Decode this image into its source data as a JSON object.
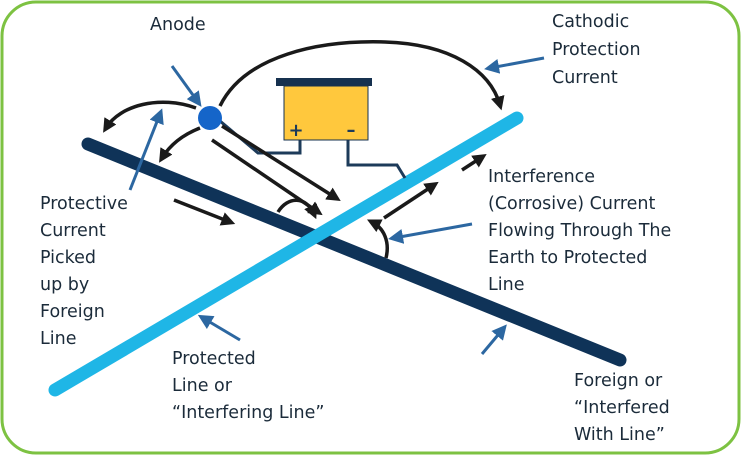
{
  "colors": {
    "frame": "#7dc242",
    "foreign_line": "#0f3358",
    "protected_line": "#1fb6e6",
    "battery": "#ffc83d",
    "battery_cap": "#16314f",
    "anode": "#1565c9",
    "wire": "#1d3b5a",
    "black_arrow": "#1a1a1a",
    "pointer_arrow": "#2c67a1",
    "text": "#1b2b3a"
  },
  "labels": {
    "anode": "Anode",
    "cathodic_protection": [
      "Cathodic",
      "Protection",
      "Current"
    ],
    "protective_current": [
      "Protective",
      "Current",
      "Picked",
      "up by",
      "Foreign",
      "Line"
    ],
    "interference_current": [
      "Interference",
      "(Corrosive) Current",
      "Flowing Through The",
      "Earth to Protected",
      "Line"
    ],
    "protected_line": [
      "Protected",
      "Line or",
      "“Interfering Line”"
    ],
    "foreign_line": [
      "Foreign or",
      "“Interfered",
      "With Line”"
    ]
  },
  "battery": {
    "positive": "+",
    "negative": "–"
  }
}
